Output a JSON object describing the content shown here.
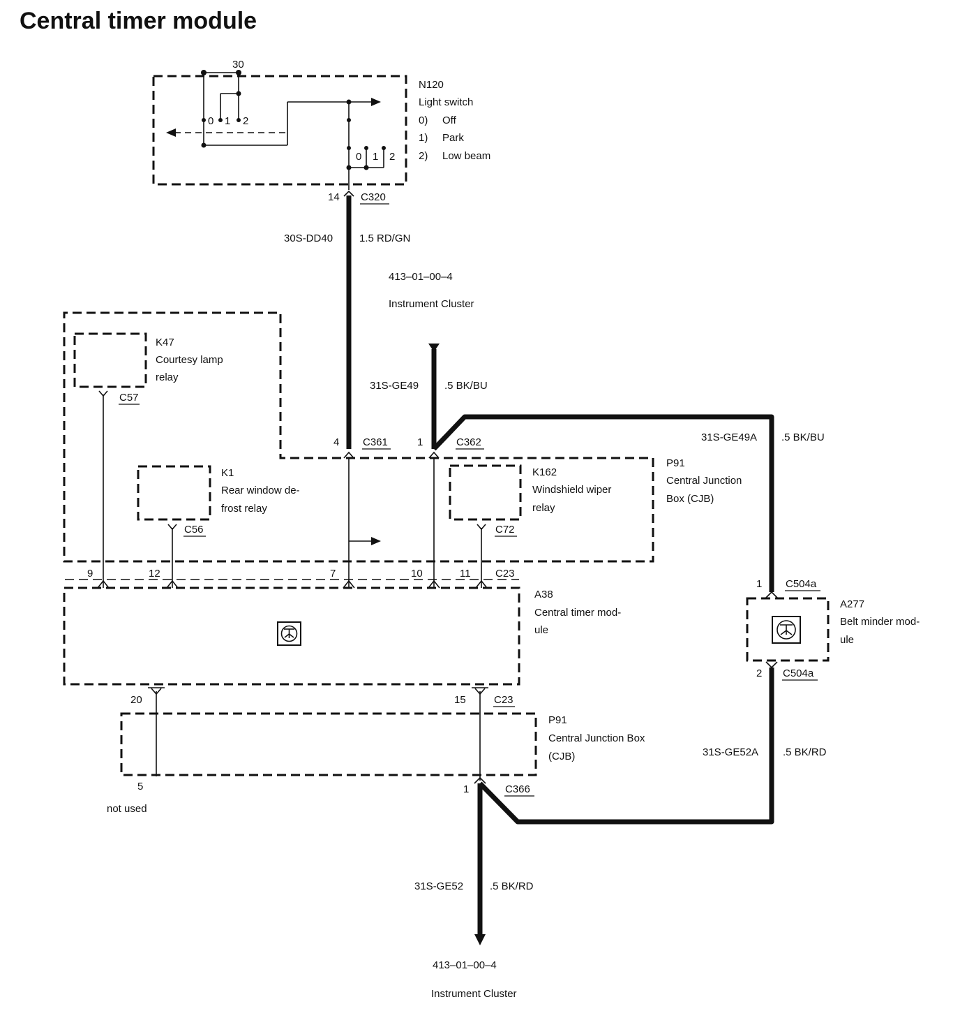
{
  "title": "Central timer module",
  "components": {
    "n120": {
      "id": "N120",
      "name": "Light switch",
      "states": [
        {
          "code": "0)",
          "label": "Off"
        },
        {
          "code": "1)",
          "label": "Park"
        },
        {
          "code": "2)",
          "label": "Low beam"
        }
      ],
      "terminal": "30",
      "positions_a": [
        "0",
        "1",
        "2"
      ],
      "positions_b": [
        "0",
        "1",
        "2"
      ]
    },
    "k47": {
      "id": "K47",
      "name_l1": "Courtesy lamp",
      "name_l2": "relay"
    },
    "k1": {
      "id": "K1",
      "name_l1": "Rear window de-",
      "name_l2": "frost relay"
    },
    "k162": {
      "id": "K162",
      "name_l1": "Windshield wiper",
      "name_l2": "relay"
    },
    "p91_top": {
      "id": "P91",
      "name_l1": "Central Junction",
      "name_l2": "Box (CJB)"
    },
    "a38": {
      "id": "A38",
      "name_l1": "Central timer mod-",
      "name_l2": "ule"
    },
    "a277": {
      "id": "A277",
      "name_l1": "Belt minder mod-",
      "name_l2": "ule"
    },
    "p91_bottom": {
      "id": "P91",
      "name_l1": "Central Junction Box",
      "name_l2": "(CJB)"
    }
  },
  "connectors": {
    "c320": "C320",
    "c361": "C361",
    "c362": "C362",
    "c57": "C57",
    "c56": "C56",
    "c72": "C72",
    "c23_top": "C23",
    "c23_bottom": "C23",
    "c504a_top": "C504a",
    "c504a_bottom": "C504a",
    "c366": "C366"
  },
  "pins": {
    "p14": "14",
    "p4": "4",
    "p1_c362": "1",
    "p9": "9",
    "p12": "12",
    "p7": "7",
    "p10": "10",
    "p11": "11",
    "p20": "20",
    "p15": "15",
    "p5": "5",
    "p1_c366": "1",
    "p1_c504a": "1",
    "p2_c504a": "2"
  },
  "wires": {
    "w1": {
      "circuit": "30S-DD40",
      "spec": "1.5 RD/GN"
    },
    "w2": {
      "circuit": "31S-GE49",
      "spec": ".5 BK/BU"
    },
    "w3": {
      "circuit": "31S-GE49A",
      "spec": ".5 BK/BU"
    },
    "w4": {
      "circuit": "31S-GE52A",
      "spec": ".5 BK/RD"
    },
    "w5": {
      "circuit": "31S-GE52",
      "spec": ".5 BK/RD"
    }
  },
  "references": {
    "ref_top_code": "413–01–00–4",
    "ref_top_name": "Instrument Cluster",
    "ref_bottom_code": "413–01–00–4",
    "ref_bottom_name": "Instrument Cluster",
    "not_used": "not used"
  }
}
